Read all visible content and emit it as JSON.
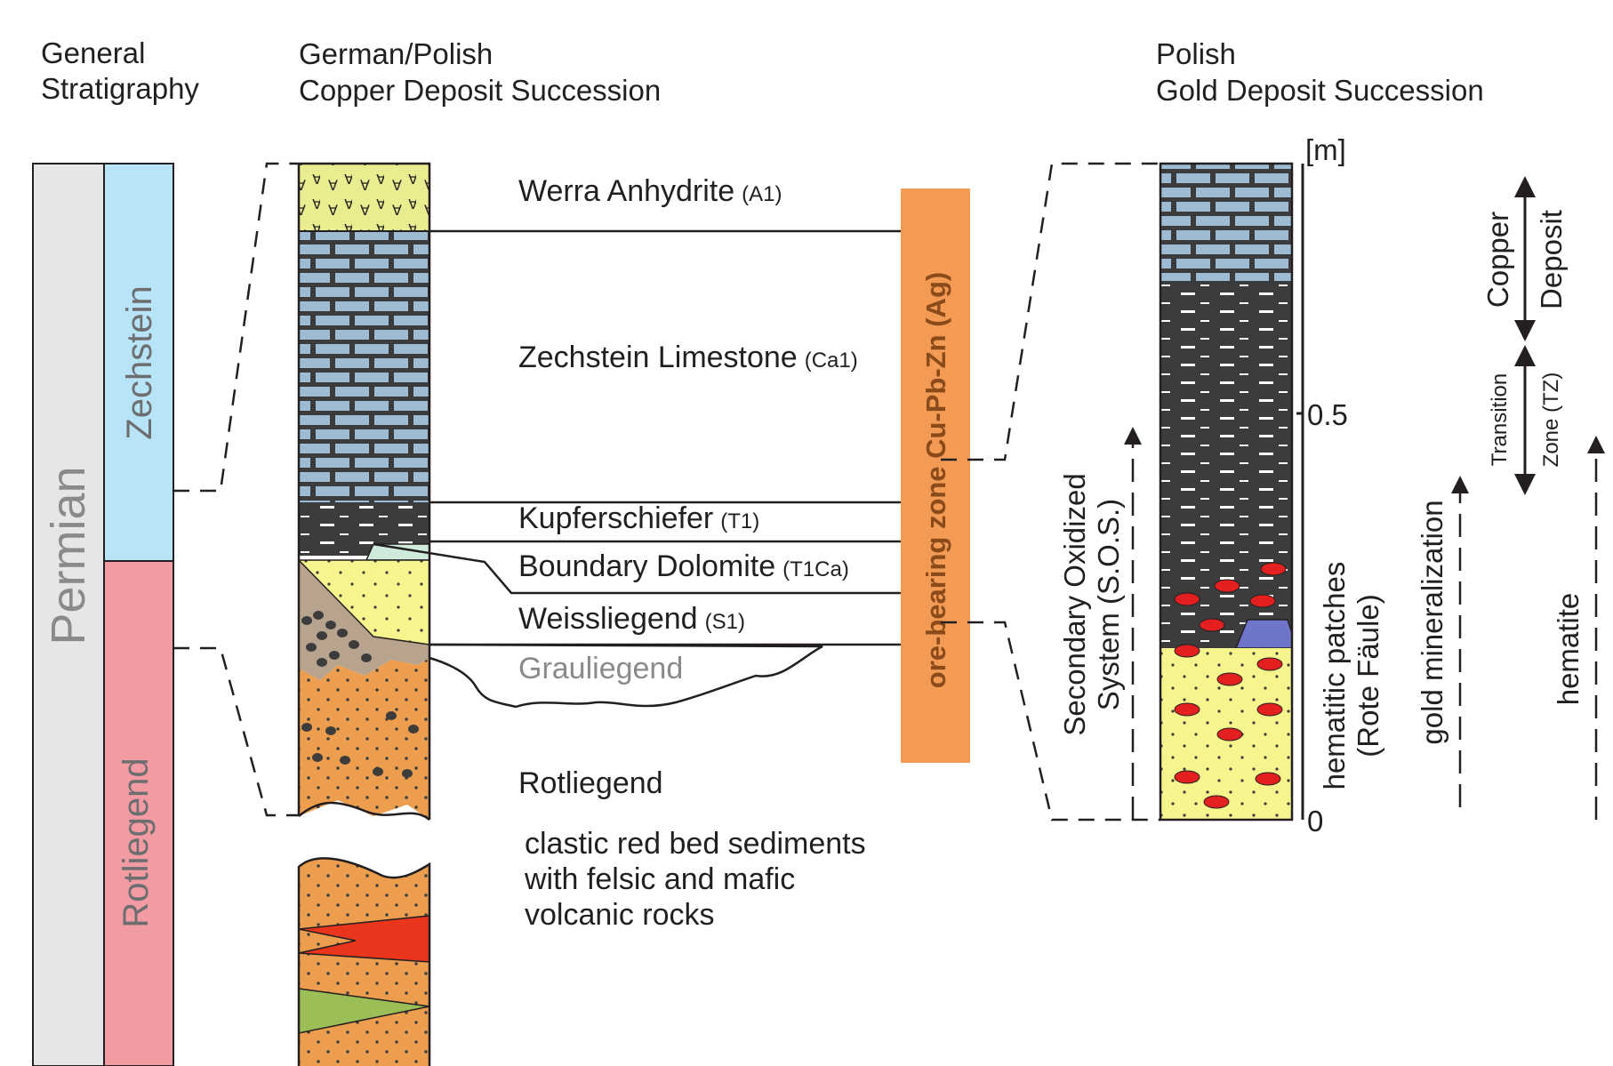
{
  "headers": {
    "general": [
      "General",
      "Stratigraphy"
    ],
    "german": [
      "German/Polish",
      "Copper Deposit Succession"
    ],
    "polish": [
      "Polish",
      "Gold Deposit Succession"
    ]
  },
  "stratigraphy": {
    "system": "Permian",
    "series_upper": "Zechstein",
    "series_lower": "Rotliegend"
  },
  "units": [
    {
      "name": "Werra Anhydrite",
      "code": "(A1)"
    },
    {
      "name": "Zechstein Limestone",
      "code": "(Ca1)"
    },
    {
      "name": "Kupferschiefer",
      "code": "(T1)"
    },
    {
      "name": "Boundary Dolomite",
      "code": "(T1Ca)"
    },
    {
      "name": "Weissliegend",
      "code": "(S1)"
    },
    {
      "name": "Grauliegend",
      "code": ""
    },
    {
      "name": "Rotliegend",
      "code": ""
    }
  ],
  "rotliegend_note": [
    "clastic red bed sediments",
    "with felsic and mafic",
    "volcanic rocks"
  ],
  "ore_zone": "ore-bearing zone Cu-Pb-Zn (Ag)",
  "scale": {
    "unit": "[m]",
    "ticks": [
      "0.5",
      "0"
    ]
  },
  "polish_labels": {
    "sos": [
      "Secondary Oxidized",
      "System (S.O.S.)"
    ],
    "hematitic": [
      "hematitic patches",
      "(Rote Fäule)"
    ],
    "gold": "gold mineralization",
    "copper": [
      "Copper",
      "Deposit"
    ],
    "transition": [
      "Transition",
      "Zone (TZ)"
    ],
    "hematite": "hematite"
  },
  "colors": {
    "permian": "#e6e6e7",
    "zechstein": "#b7e4f7",
    "rotliegend": "#f39ba3",
    "anhydrite": "#e9ec8f",
    "limestone_brick": "#9dbcd4",
    "shale": "#3c3c3c",
    "dolomite": "#cdeadb",
    "weissliegend": "#f6f48c",
    "grauliegend": "#b8a48e",
    "redbed": "#ec9d4e",
    "ore_zone": "#f39b55",
    "hematite_patch": "#e3201f",
    "blue_dolomite": "#6f75c8",
    "volcanic_red": "#e8351c",
    "volcanic_green": "#9bbf56"
  }
}
